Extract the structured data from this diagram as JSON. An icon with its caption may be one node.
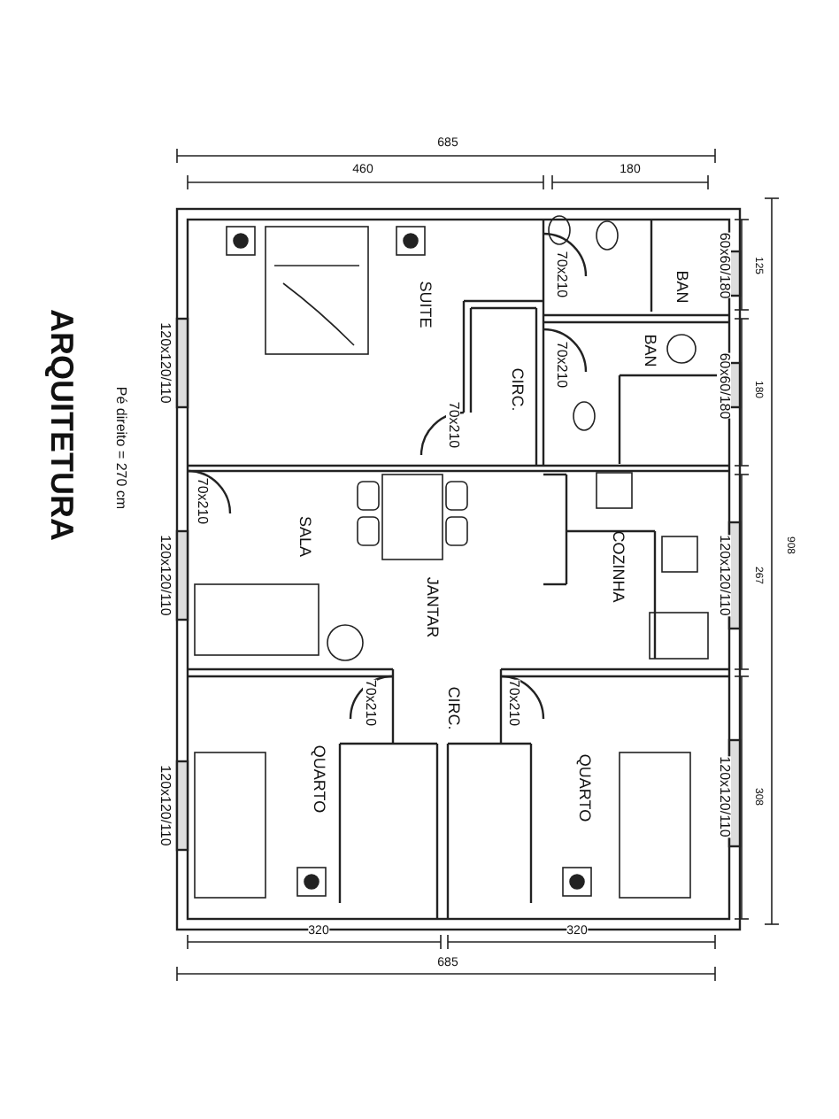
{
  "diagram": {
    "title": "ARQUITETURA",
    "nodes": [
      {
        "text": [
          "SUITE"
        ]
      },
      {
        "text": [
          "BAN"
        ]
      },
      {
        "text": [
          "CIRC."
        ]
      },
      {
        "text": [
          "BAN"
        ]
      },
      {
        "text": [
          "SALA"
        ]
      },
      {
        "text": [
          "JANTAR"
        ]
      },
      {
        "text": [
          "COZINHA"
        ]
      },
      {
        "text": [
          "CIRC."
        ]
      },
      {
        "text": [
          "QUARTO"
        ]
      },
      {
        "text": [
          "QUARTO"
        ]
      }
    ],
    "edges": [],
    "labels": [
      "685",
      "460",
      "180",
      "Pé direito = 270 cm",
      "120x120/110",
      "70x210",
      "60x60/180",
      "125",
      "70x210",
      "70x210",
      "60x60/180",
      "180",
      "908",
      "70x210",
      "120x120/110",
      "120x120/110",
      "267",
      "70x210",
      "70x210",
      "120x120/110",
      "120x120/110",
      "308",
      "320",
      "320",
      "685"
    ]
  }
}
